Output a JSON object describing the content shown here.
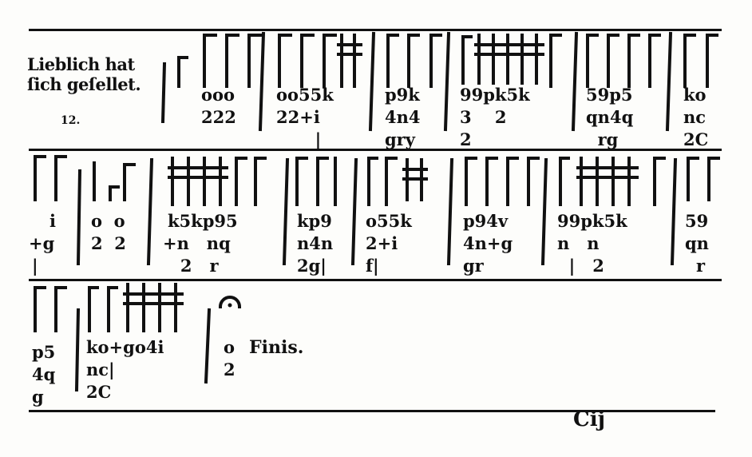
{
  "title": {
    "line1": "Lieblich hat",
    "line2": "ſich geſellet.",
    "number": "12."
  },
  "finis": "Finis.",
  "signature": "Cij",
  "systems": [
    {
      "rows": [
        [
          "ooo",
          "oo55k",
          "p9k",
          "99pk5k",
          "59p5",
          "ko"
        ],
        [
          "222",
          "22+i",
          "4n4",
          "3    2",
          "qn4q",
          "nc"
        ],
        [
          "",
          "  |",
          "gry",
          "2",
          "  rg",
          "2C"
        ]
      ]
    },
    {
      "rows": [
        [
          "i",
          "o  o",
          "k5kp95",
          "kp9",
          "o55k",
          "p94v",
          "99pk5k",
          "59"
        ],
        [
          "+g",
          "2  2",
          "+n   nq",
          "n4n",
          "2+i",
          "4n+g",
          "n   n",
          "qn"
        ],
        [
          "|",
          "",
          "   2   r",
          "2g|",
          "f|",
          "gr",
          "  |   2",
          "r"
        ]
      ]
    },
    {
      "rows": [
        [
          "p5",
          "ko+go4i",
          "o"
        ],
        [
          "4q",
          "nc|",
          "2"
        ],
        [
          "g",
          "2C",
          ""
        ]
      ]
    }
  ]
}
